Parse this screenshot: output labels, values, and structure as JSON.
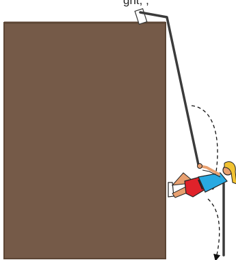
{
  "caption_fragment": "ght, ,",
  "colors": {
    "cliff": "#755a48",
    "cliff_edge": "#5c4534",
    "rope": "#3b3b3b",
    "dashed_path": "#111111",
    "shirt": "#29a9e1",
    "shorts": "#e0222a",
    "skin": "#e8a070",
    "hair": "#f1c232",
    "anchor": "#ffffff"
  },
  "icons": [
    "cliff-wall",
    "anchor-block",
    "climbing-rope",
    "climber-figure",
    "swing-path-arrow",
    "descent-path-arrow"
  ]
}
